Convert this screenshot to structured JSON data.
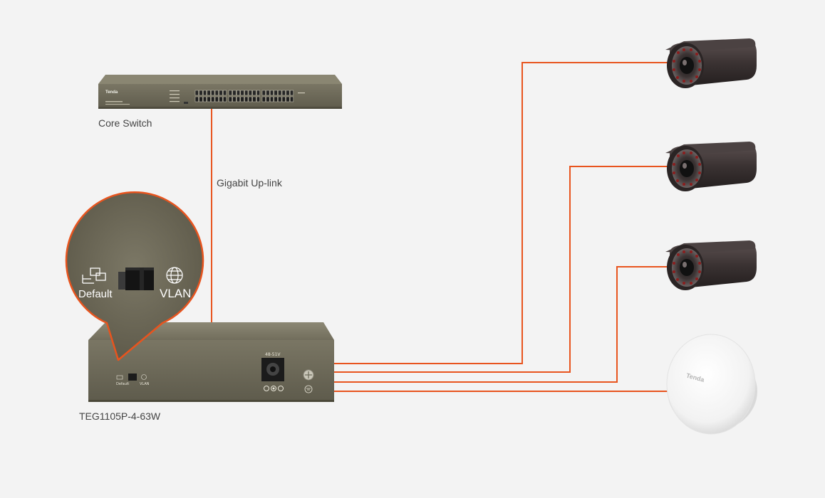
{
  "diagram": {
    "core_switch_label": "Core Switch",
    "uplink_label": "Gigabit Up-link",
    "model_label": "TEG1105P-4-63W",
    "callout": {
      "default_label": "Default",
      "vlan_label": "VLAN"
    },
    "switch_panel": {
      "power_label": "48-51V",
      "default_label": "Default",
      "vlan_label": "VLAN"
    },
    "brand_core_switch": "Tenda",
    "brand_ap": "Tenda",
    "devices": [
      {
        "type": "camera",
        "icon": "bullet-camera-icon"
      },
      {
        "type": "camera",
        "icon": "bullet-camera-icon"
      },
      {
        "type": "camera",
        "icon": "bullet-camera-icon"
      },
      {
        "type": "access-point",
        "icon": "ceiling-ap-icon"
      }
    ],
    "colors": {
      "link_line": "#e8541e",
      "device_body": "#6d6a58",
      "callout_ring": "#e8541e",
      "background": "#f3f3f3"
    }
  }
}
